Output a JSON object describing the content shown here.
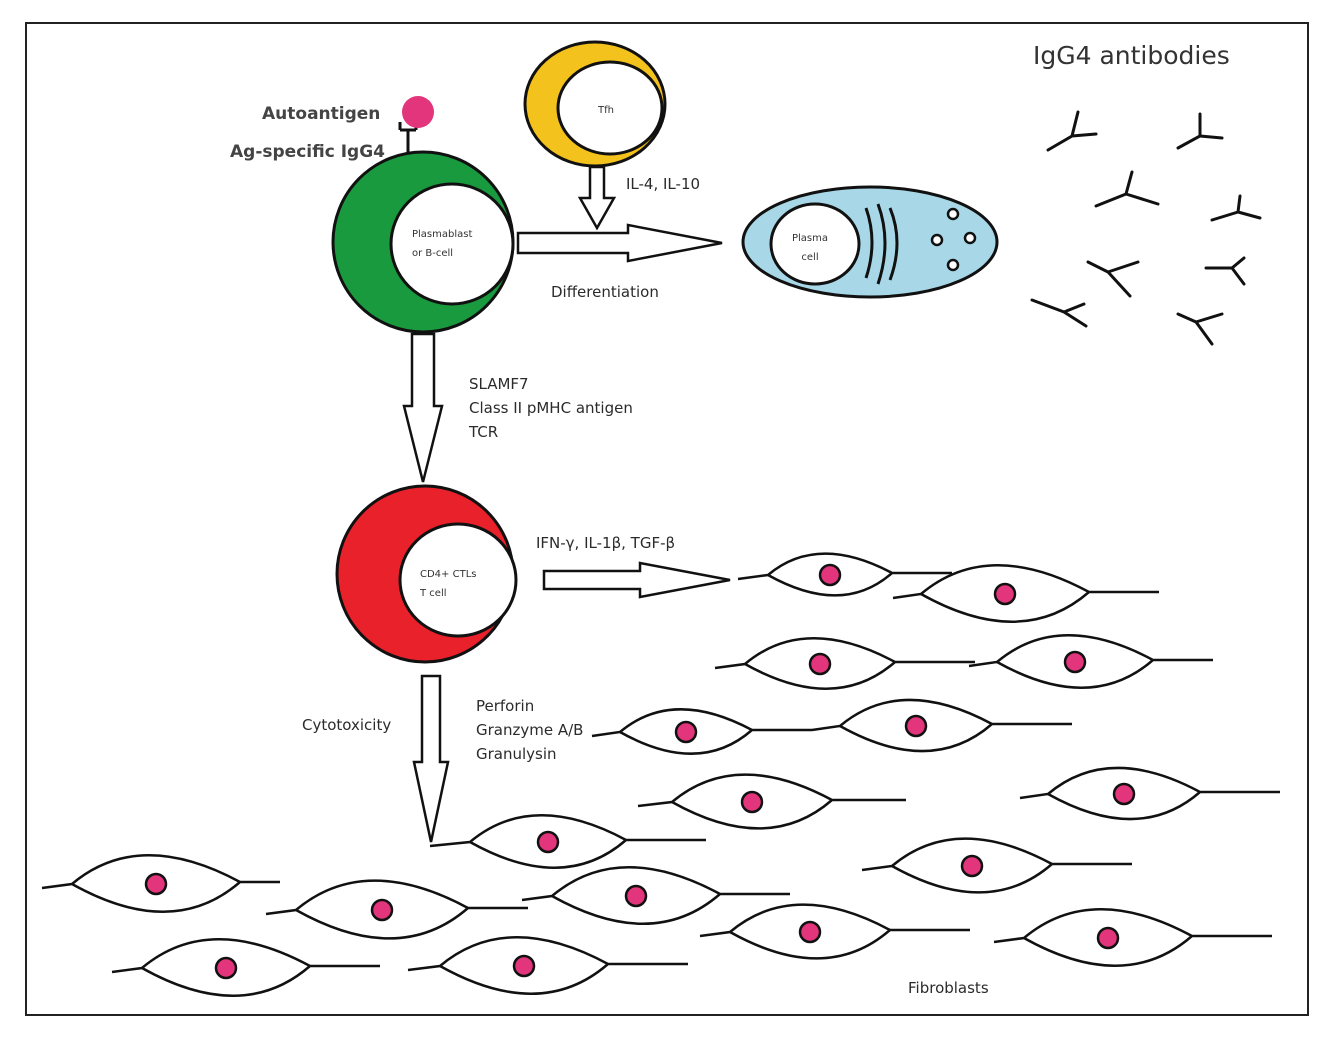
{
  "title": "IgG4 antibodies",
  "labels": {
    "autoantigen": "Autoantigen",
    "ag_specific": "Ag-specific IgG4",
    "tfh": "Tfh",
    "cytokines_tfh": "IL-4, IL-10",
    "plasmablast": "Plasmablast\nor B-cell",
    "differentiation": "Differentiation",
    "plasma_cell": "Plasma\ncell",
    "slamf7": "SLAMF7\nClass II pMHC antigen\nTCR",
    "ctl": "CD4+ CTLs\nT cell",
    "cytokines_ctl": "IFN-γ, IL-1β, TGF-β",
    "cytotoxicity": "Cytotoxicity",
    "effectors": "Perforin\nGranzyme A/B\nGranulysin",
    "fibroblasts": "Fibroblasts"
  },
  "colors": {
    "plasmablast": "#1a9a3e",
    "tfh": "#f4c21c",
    "ctl": "#e8212b",
    "plasma_cell": "#a8d8e8",
    "antigen": "#e2357c",
    "nucleus": "#e2357c"
  }
}
